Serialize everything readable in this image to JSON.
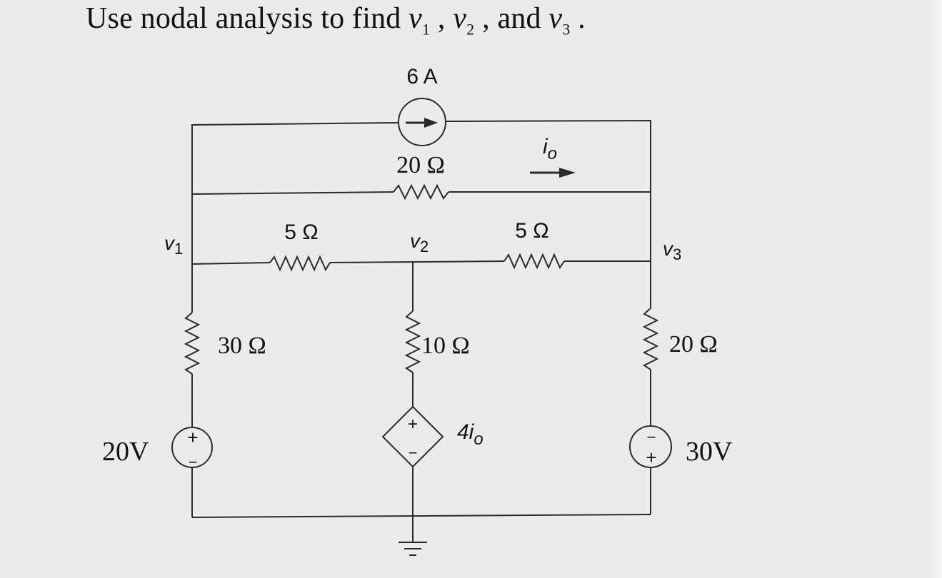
{
  "problem": {
    "prefix": "Use nodal analysis to find ",
    "v1": "v",
    "v1_sub": "1",
    "sep1": " , ",
    "v2": "v",
    "v2_sub": "2",
    "sep2": " , and ",
    "v3": "v",
    "v3_sub": "3",
    "suffix": " ."
  },
  "circuit": {
    "current_source": {
      "label": "6 A"
    },
    "top_resistor": {
      "label": "20 Ω"
    },
    "current_arrow": {
      "label": "i",
      "label_sub": "o"
    },
    "left_mid_resistor": {
      "label": "5 Ω"
    },
    "right_mid_resistor": {
      "label": "5 Ω"
    },
    "node_labels": {
      "v1": "v",
      "v1_sub": "1",
      "v2": "v",
      "v2_sub": "2",
      "v3": "v",
      "v3_sub": "3"
    },
    "left_resistor": {
      "label": "30 Ω"
    },
    "center_resistor": {
      "label": "10 Ω"
    },
    "right_resistor": {
      "label": "20 Ω"
    },
    "left_source": {
      "label": "20V",
      "plus": "+",
      "minus": "−"
    },
    "dependent_source": {
      "label": "4i",
      "label_sub": "o",
      "plus": "+",
      "minus": "−"
    },
    "right_source": {
      "label": "30V",
      "plus": "+",
      "minus": "−"
    }
  }
}
